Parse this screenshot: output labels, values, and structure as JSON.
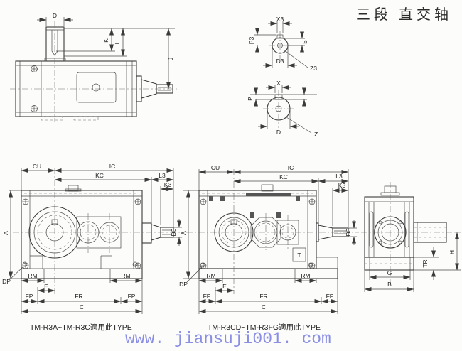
{
  "title": "三段  直交轴",
  "watermark": "www. jiansuji001. com",
  "captions": {
    "left": "TM-R3A~TM-R3C適用此TYPE",
    "right": "TM-R3CD~TM-R3FG適用此TYPE"
  },
  "colors": {
    "line": "#3b3b3b",
    "text": "#1c1c1c",
    "watermark_blue": "#8286e3",
    "background": "#fcfcfb"
  },
  "views": {
    "side": {
      "D": "D",
      "K": "K",
      "L": "L",
      "J": "J"
    },
    "detail_z3": {
      "X3": "X3",
      "P3": "P3",
      "B": "B",
      "D3": "D3",
      "Z3": "Z3"
    },
    "detail_z": {
      "X": "X",
      "P": "P",
      "D": "D",
      "Z": "Z"
    },
    "front_small": {
      "CU": "CU",
      "IC": "IC",
      "KC": "KC",
      "L3": "L3",
      "K3": "K3",
      "A": "A",
      "DP": "DP",
      "RM_left": "RM",
      "RM_right": "RM",
      "E": "E",
      "FP_left": "FP",
      "FR": "FR",
      "FP_right": "FP",
      "C": "C",
      "D3": "D3"
    },
    "front_large": {
      "CU": "CU",
      "IC": "IC",
      "KC": "KC",
      "L3": "L3",
      "K3": "K3",
      "A": "A",
      "DP": "DP",
      "RM_left": "RM",
      "RM_right": "RM",
      "T": "T",
      "E": "E",
      "FP_left": "FP",
      "FR": "FR",
      "FP_right": "FP",
      "C": "C",
      "D3": "D3"
    },
    "end": {
      "G": "G",
      "B": "B",
      "H": "H",
      "TR": "TR"
    }
  }
}
